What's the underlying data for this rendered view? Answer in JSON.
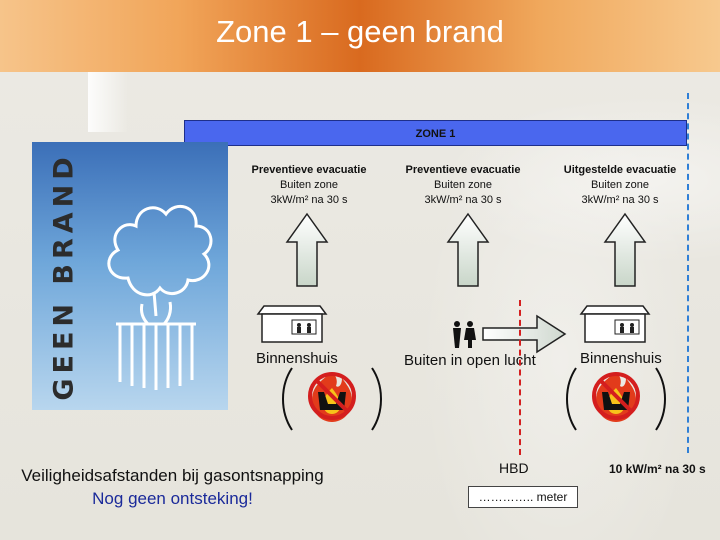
{
  "title": "Zone 1 – geen brand",
  "zone_bar_label": "ZONE 1",
  "poster": {
    "text": "GEEN BRAND",
    "icon": "smoke-cloud-icon"
  },
  "columns": [
    {
      "line1": "Preventieve evacuatie",
      "line2": "Buiten zone",
      "line3": "3kW/m² na 30 s"
    },
    {
      "line1": "Preventieve evacuatie",
      "line2": "Buiten zone",
      "line3": "3kW/m² na 30 s"
    },
    {
      "line1": "Uitgestelde evacuatie",
      "line2": "Buiten zone",
      "line3": "3kW/m² na 30 s"
    }
  ],
  "locations": {
    "left": "Binnenshuis",
    "center": "Buiten in open lucht",
    "right": "Binnenshuis"
  },
  "icons": [
    "up-arrow-icon",
    "house-icon",
    "people-icon",
    "right-arrow-icon",
    "no-fire-icon"
  ],
  "caption": {
    "line1": "Veiligheidsafstanden bij gasontsnapping",
    "line2": "Nog geen ontsteking!"
  },
  "hbd_label": "HBD",
  "meter_box": "………….. meter",
  "right_note": "10 kW/m² na 30 s",
  "colors": {
    "zone_bar": "#4a67ee",
    "title_gradient_center": "#d96a1f",
    "dash_blue": "#2f7fd6",
    "dash_red": "#d42020",
    "caption_blue": "#1b2a9a"
  }
}
